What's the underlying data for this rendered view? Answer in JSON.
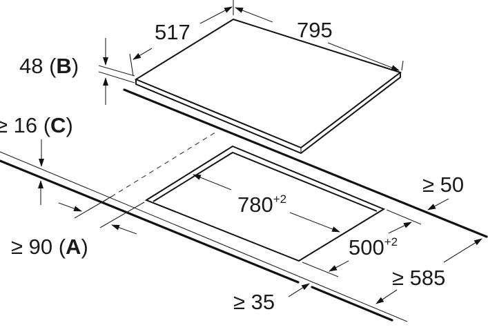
{
  "diagram": {
    "hob": {
      "width": "795",
      "depth": "517",
      "height_label": "48",
      "height_ref": "B"
    },
    "cutout": {
      "width": "780",
      "width_tol": "+2",
      "depth": "500",
      "depth_tol": "+2"
    },
    "clearances": {
      "worktop_thickness_prefix": "≥ 16",
      "worktop_thickness_ref": "C",
      "front_gap_prefix": "≥ 90",
      "front_gap_ref": "A",
      "rear_gap": "≥ 50",
      "worktop_depth": "≥ 585",
      "side_gap": "≥ 35"
    }
  }
}
